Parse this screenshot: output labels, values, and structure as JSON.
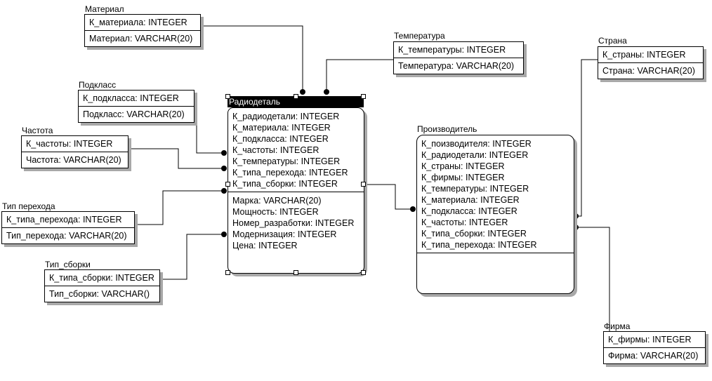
{
  "diagram": {
    "type": "ER diagram",
    "entities": {
      "material": {
        "title": "Материал",
        "key": "К_материала: INTEGER",
        "attr": "Материал: VARCHAR(20)"
      },
      "temperature": {
        "title": "Температура",
        "key": "К_температуры: INTEGER",
        "attr": "Температура: VARCHAR(20)"
      },
      "country": {
        "title": "Страна",
        "key": "К_страны: INTEGER",
        "attr": "Страна: VARCHAR(20)"
      },
      "subclass": {
        "title": "Подкласс",
        "key": "К_подкласса: INTEGER",
        "attr": "Подкласс: VARCHAR(20)"
      },
      "frequency": {
        "title": "Частота",
        "key": "К_частоты: INTEGER",
        "attr": "Частота: VARCHAR(20)"
      },
      "transition_type": {
        "title": "Тип перехода",
        "key": "К_типа_перехода: INTEGER",
        "attr": "Тип_перехода: VARCHAR(20)"
      },
      "assembly_type": {
        "title": "Тип_сборки",
        "key": "К_типа_сборки: INTEGER",
        "attr": "Тип_сборки: VARCHAR()"
      },
      "firm": {
        "title": "Фирма",
        "key": "К_фирмы: INTEGER",
        "attr": "Фирма: VARCHAR(20)"
      },
      "radiopart": {
        "title": "Радиодеталь",
        "keys": [
          "К_радиодетали: INTEGER",
          "К_материала: INTEGER",
          "К_подкласса: INTEGER",
          "К_частоты: INTEGER",
          "К_температуры: INTEGER",
          "К_типа_перехода: INTEGER",
          "К_типа_сборки: INTEGER"
        ],
        "attrs": [
          "Марка: VARCHAR(20)",
          "Мощность: INTEGER",
          "Номер_разработки: INTEGER",
          "Модернизация: INTEGER",
          "Цена: INTEGER"
        ],
        "selected": true
      },
      "manufacturer": {
        "title": "Производитель",
        "keys": [
          "К_поизводителя: INTEGER",
          "К_радиодетали: INTEGER",
          "К_страны: INTEGER",
          "К_фирмы: INTEGER",
          "К_температуры: INTEGER",
          "К_материала: INTEGER",
          "К_подкласса: INTEGER",
          "К_частоты: INTEGER",
          "К_типа_сборки: INTEGER",
          "К_типа_перехода: INTEGER"
        ],
        "attrs": []
      }
    },
    "relationships": [
      {
        "from": "Материал",
        "to": "Радиодеталь"
      },
      {
        "from": "Температура",
        "to": "Радиодеталь"
      },
      {
        "from": "Подкласс",
        "to": "Радиодеталь"
      },
      {
        "from": "Частота",
        "to": "Радиодеталь"
      },
      {
        "from": "Тип перехода",
        "to": "Радиодеталь"
      },
      {
        "from": "Тип_сборки",
        "to": "Радиодеталь"
      },
      {
        "from": "Радиодеталь",
        "to": "Производитель"
      },
      {
        "from": "Страна",
        "to": "Производитель"
      },
      {
        "from": "Фирма",
        "to": "Производитель"
      }
    ]
  }
}
